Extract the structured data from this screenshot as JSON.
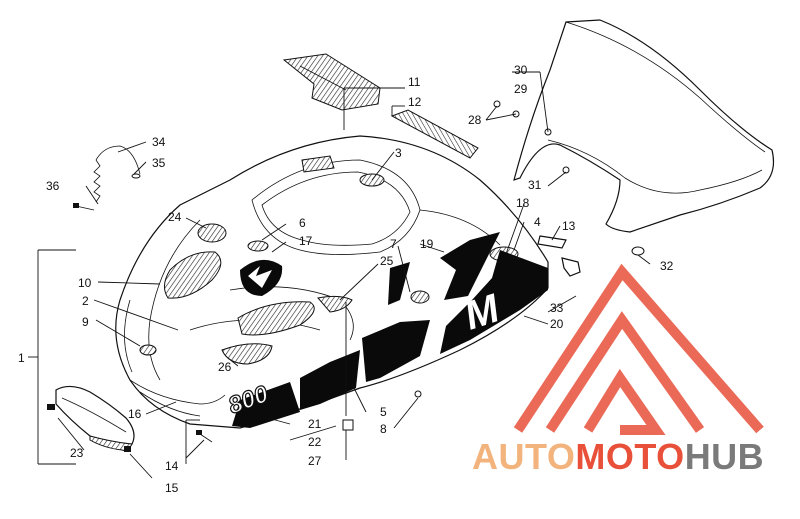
{
  "callouts": [
    {
      "id": "c1",
      "text": "1"
    },
    {
      "id": "c2",
      "text": "2"
    },
    {
      "id": "c3",
      "text": "3"
    },
    {
      "id": "c4",
      "text": "4"
    },
    {
      "id": "c5",
      "text": "5"
    },
    {
      "id": "c6",
      "text": "6"
    },
    {
      "id": "c7",
      "text": "7"
    },
    {
      "id": "c8",
      "text": "8"
    },
    {
      "id": "c9",
      "text": "9"
    },
    {
      "id": "c10",
      "text": "10"
    },
    {
      "id": "c11",
      "text": "11"
    },
    {
      "id": "c12",
      "text": "12"
    },
    {
      "id": "c13",
      "text": "13"
    },
    {
      "id": "c14",
      "text": "14"
    },
    {
      "id": "c15",
      "text": "15"
    },
    {
      "id": "c16",
      "text": "16"
    },
    {
      "id": "c17",
      "text": "17"
    },
    {
      "id": "c18",
      "text": "18"
    },
    {
      "id": "c19",
      "text": "19"
    },
    {
      "id": "c20",
      "text": "20"
    },
    {
      "id": "c21",
      "text": "21"
    },
    {
      "id": "c22",
      "text": "22"
    },
    {
      "id": "c23",
      "text": "23"
    },
    {
      "id": "c24",
      "text": "24"
    },
    {
      "id": "c25",
      "text": "25"
    },
    {
      "id": "c26",
      "text": "26"
    },
    {
      "id": "c27",
      "text": "27"
    },
    {
      "id": "c28",
      "text": "28"
    },
    {
      "id": "c29",
      "text": "29"
    },
    {
      "id": "c30",
      "text": "30"
    },
    {
      "id": "c31",
      "text": "31"
    },
    {
      "id": "c32",
      "text": "32"
    },
    {
      "id": "c33",
      "text": "33"
    },
    {
      "id": "c34",
      "text": "34"
    },
    {
      "id": "c35",
      "text": "35"
    },
    {
      "id": "c36",
      "text": "36"
    }
  ],
  "decals": {
    "engine_number": "800",
    "model_badge": "M"
  },
  "watermark": {
    "part1": "AUTO",
    "part2": "MOTO",
    "part3": "HUB",
    "color_light": "#f2b37d",
    "color_red": "#e8503a",
    "color_gray": "#7a7a7a"
  }
}
